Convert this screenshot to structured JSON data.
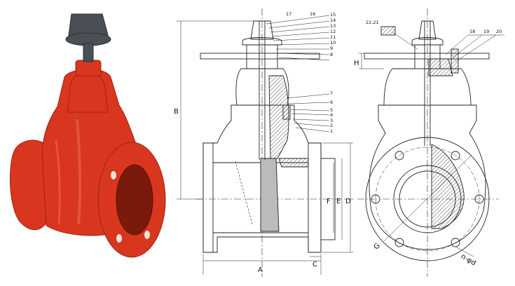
{
  "photo": {
    "body_color": "#d8361f",
    "cap_color": "#4a4f55"
  },
  "side_section": {
    "part_numbers": [
      "17",
      "16",
      "15",
      "14",
      "13",
      "12",
      "11",
      "10",
      "9",
      "8",
      "7",
      "6",
      "5",
      "4",
      "3",
      "2",
      "1"
    ],
    "dimensions": {
      "height": "B",
      "length": "A",
      "flange_thickness": "C",
      "bore": "F",
      "raised_face": "E",
      "flange_dia": "D"
    }
  },
  "end_section": {
    "part_numbers": [
      "22,21",
      "18",
      "19",
      "20"
    ],
    "dimensions": {
      "cap_height": "H",
      "bolt_circle": "G",
      "bolt_holes": "n-φd"
    }
  }
}
